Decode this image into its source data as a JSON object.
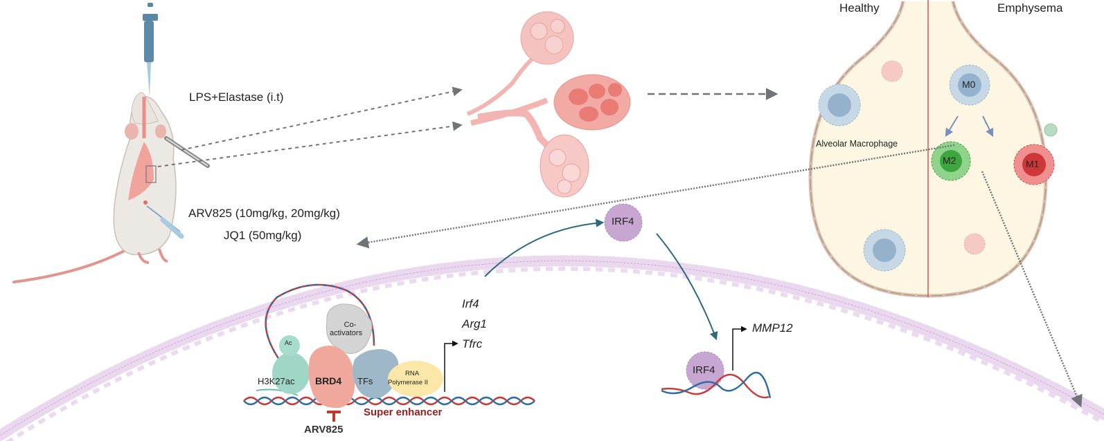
{
  "experiment": {
    "induction_label": "LPS+Elastase (i.t)",
    "treatment_line1": "ARV825 (10mg/kg, 20mg/kg)",
    "treatment_line2": "JQ1 (50mg/kg)"
  },
  "alveolus": {
    "healthy_label": "Healthy",
    "emphysema_label": "Emphysema",
    "macrophage_label": "Alveolar Macrophage",
    "cells": {
      "m0": "M0",
      "m1": "M1",
      "m2": "M2"
    }
  },
  "mechanism": {
    "acetyl_label": "Ac",
    "histone_label": "H3K27ac",
    "brd4_label": "BRD4",
    "coactivators_line1": "Co-",
    "coactivators_line2": "activators",
    "tfs_label": "TFs",
    "rnapol_line1": "RNA",
    "rnapol_line2": "Polymerase II",
    "super_enhancer_label": "Super enhancer",
    "inhibitor_label": "ARV825",
    "target_genes": [
      "Irf4",
      "Arg1",
      "Tfrc"
    ],
    "irf4_protein_label": "IRF4",
    "irf4_bound_label": "IRF4",
    "downstream_gene": "MMP12"
  },
  "colors": {
    "arrow_gray": "#6f7479",
    "teal_arrow": "#2a6a7a",
    "brd4": "#f0a89c",
    "tfs": "#9fb8c9",
    "rnapol": "#fbe7a8",
    "histone": "#9fd6c6",
    "irf4": "#c7a6d2",
    "super_enhancer": "#9b1c1c",
    "alveolus_fill": "#fdf6e3",
    "alveolus_wall": "#d9bfae",
    "divider": "#d9534f",
    "m0": "#a9c2d8",
    "m1": "#dd4f4f",
    "m2": "#4fb04f",
    "membrane": "#d8b5de",
    "lung": "#f0a2a0"
  }
}
